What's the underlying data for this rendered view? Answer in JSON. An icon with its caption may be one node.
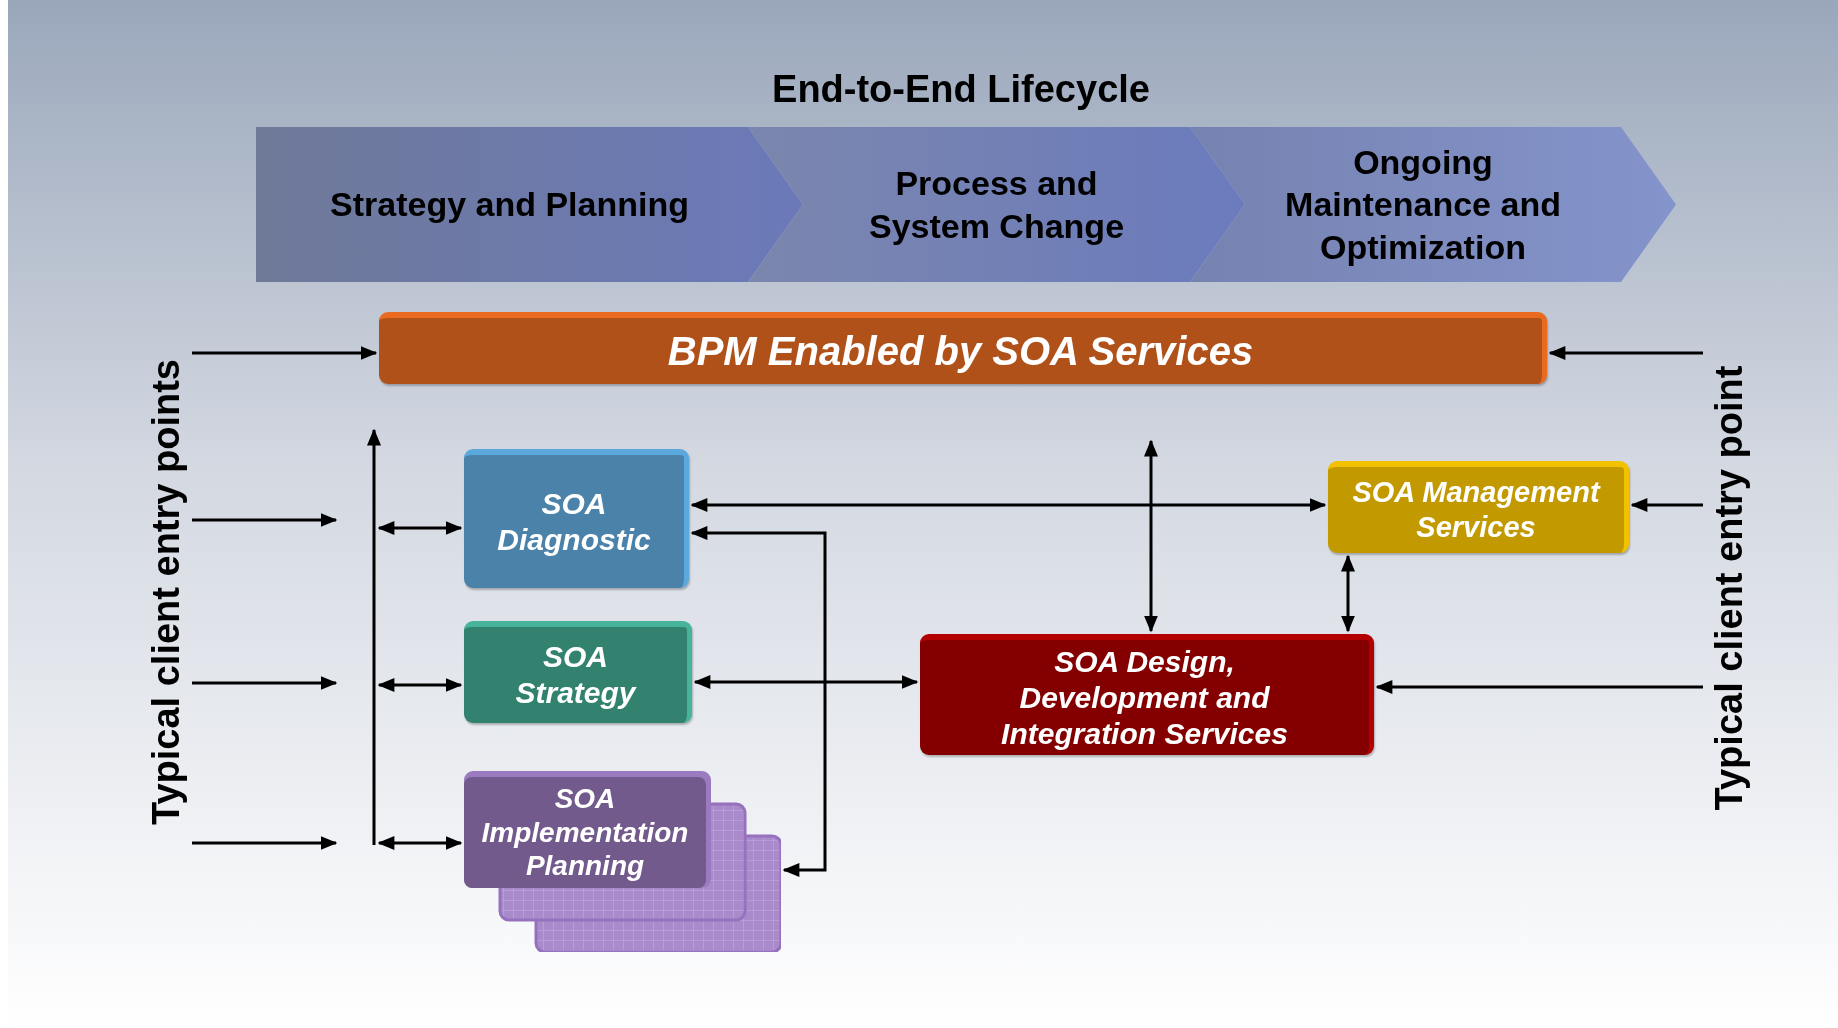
{
  "diagram": {
    "title": "End-to-End Lifecycle",
    "nodes": [
      {
        "text": [
          "Strategy and Planning"
        ]
      },
      {
        "text": [
          "Process and System Change"
        ]
      },
      {
        "text": [
          "Ongoing Maintenance and Optimization"
        ]
      },
      {
        "text": [
          "BPM Enabled by SOA Services"
        ]
      },
      {
        "text": [
          "SOA Diagnostic"
        ]
      },
      {
        "text": [
          "SOA Strategy"
        ]
      },
      {
        "text": [
          "SOA Implementation Planning"
        ]
      },
      {
        "text": [
          "SOA Design, Development and Integration Services"
        ]
      },
      {
        "text": [
          "SOA Management Services"
        ]
      },
      {
        "text": [
          "Typical client entry points"
        ]
      },
      {
        "text": [
          "Typical client entry point"
        ]
      }
    ],
    "edges": [
      {
        "from": 9,
        "to": 3,
        "arrow": "to"
      },
      {
        "from": 9,
        "to": null,
        "arrow": "to"
      },
      {
        "from": 9,
        "to": null,
        "arrow": "to"
      },
      {
        "from": 9,
        "to": null,
        "arrow": "to"
      },
      {
        "from": null,
        "to": 4,
        "arrow": "both"
      },
      {
        "from": null,
        "to": 5,
        "arrow": "both"
      },
      {
        "from": null,
        "to": 6,
        "arrow": "both"
      },
      {
        "from": 4,
        "to": 8,
        "arrow": "both"
      },
      {
        "from": 7,
        "to": null,
        "arrow": "both"
      },
      {
        "from": 8,
        "to": 7,
        "arrow": "both"
      },
      {
        "from": 5,
        "to": 7,
        "arrow": "both"
      },
      {
        "from": 4,
        "to": 6,
        "arrow": "both"
      },
      {
        "from": 10,
        "to": 3,
        "arrow": "to"
      },
      {
        "from": 10,
        "to": 8,
        "arrow": "to"
      },
      {
        "from": 10,
        "to": 7,
        "arrow": "to"
      }
    ]
  }
}
